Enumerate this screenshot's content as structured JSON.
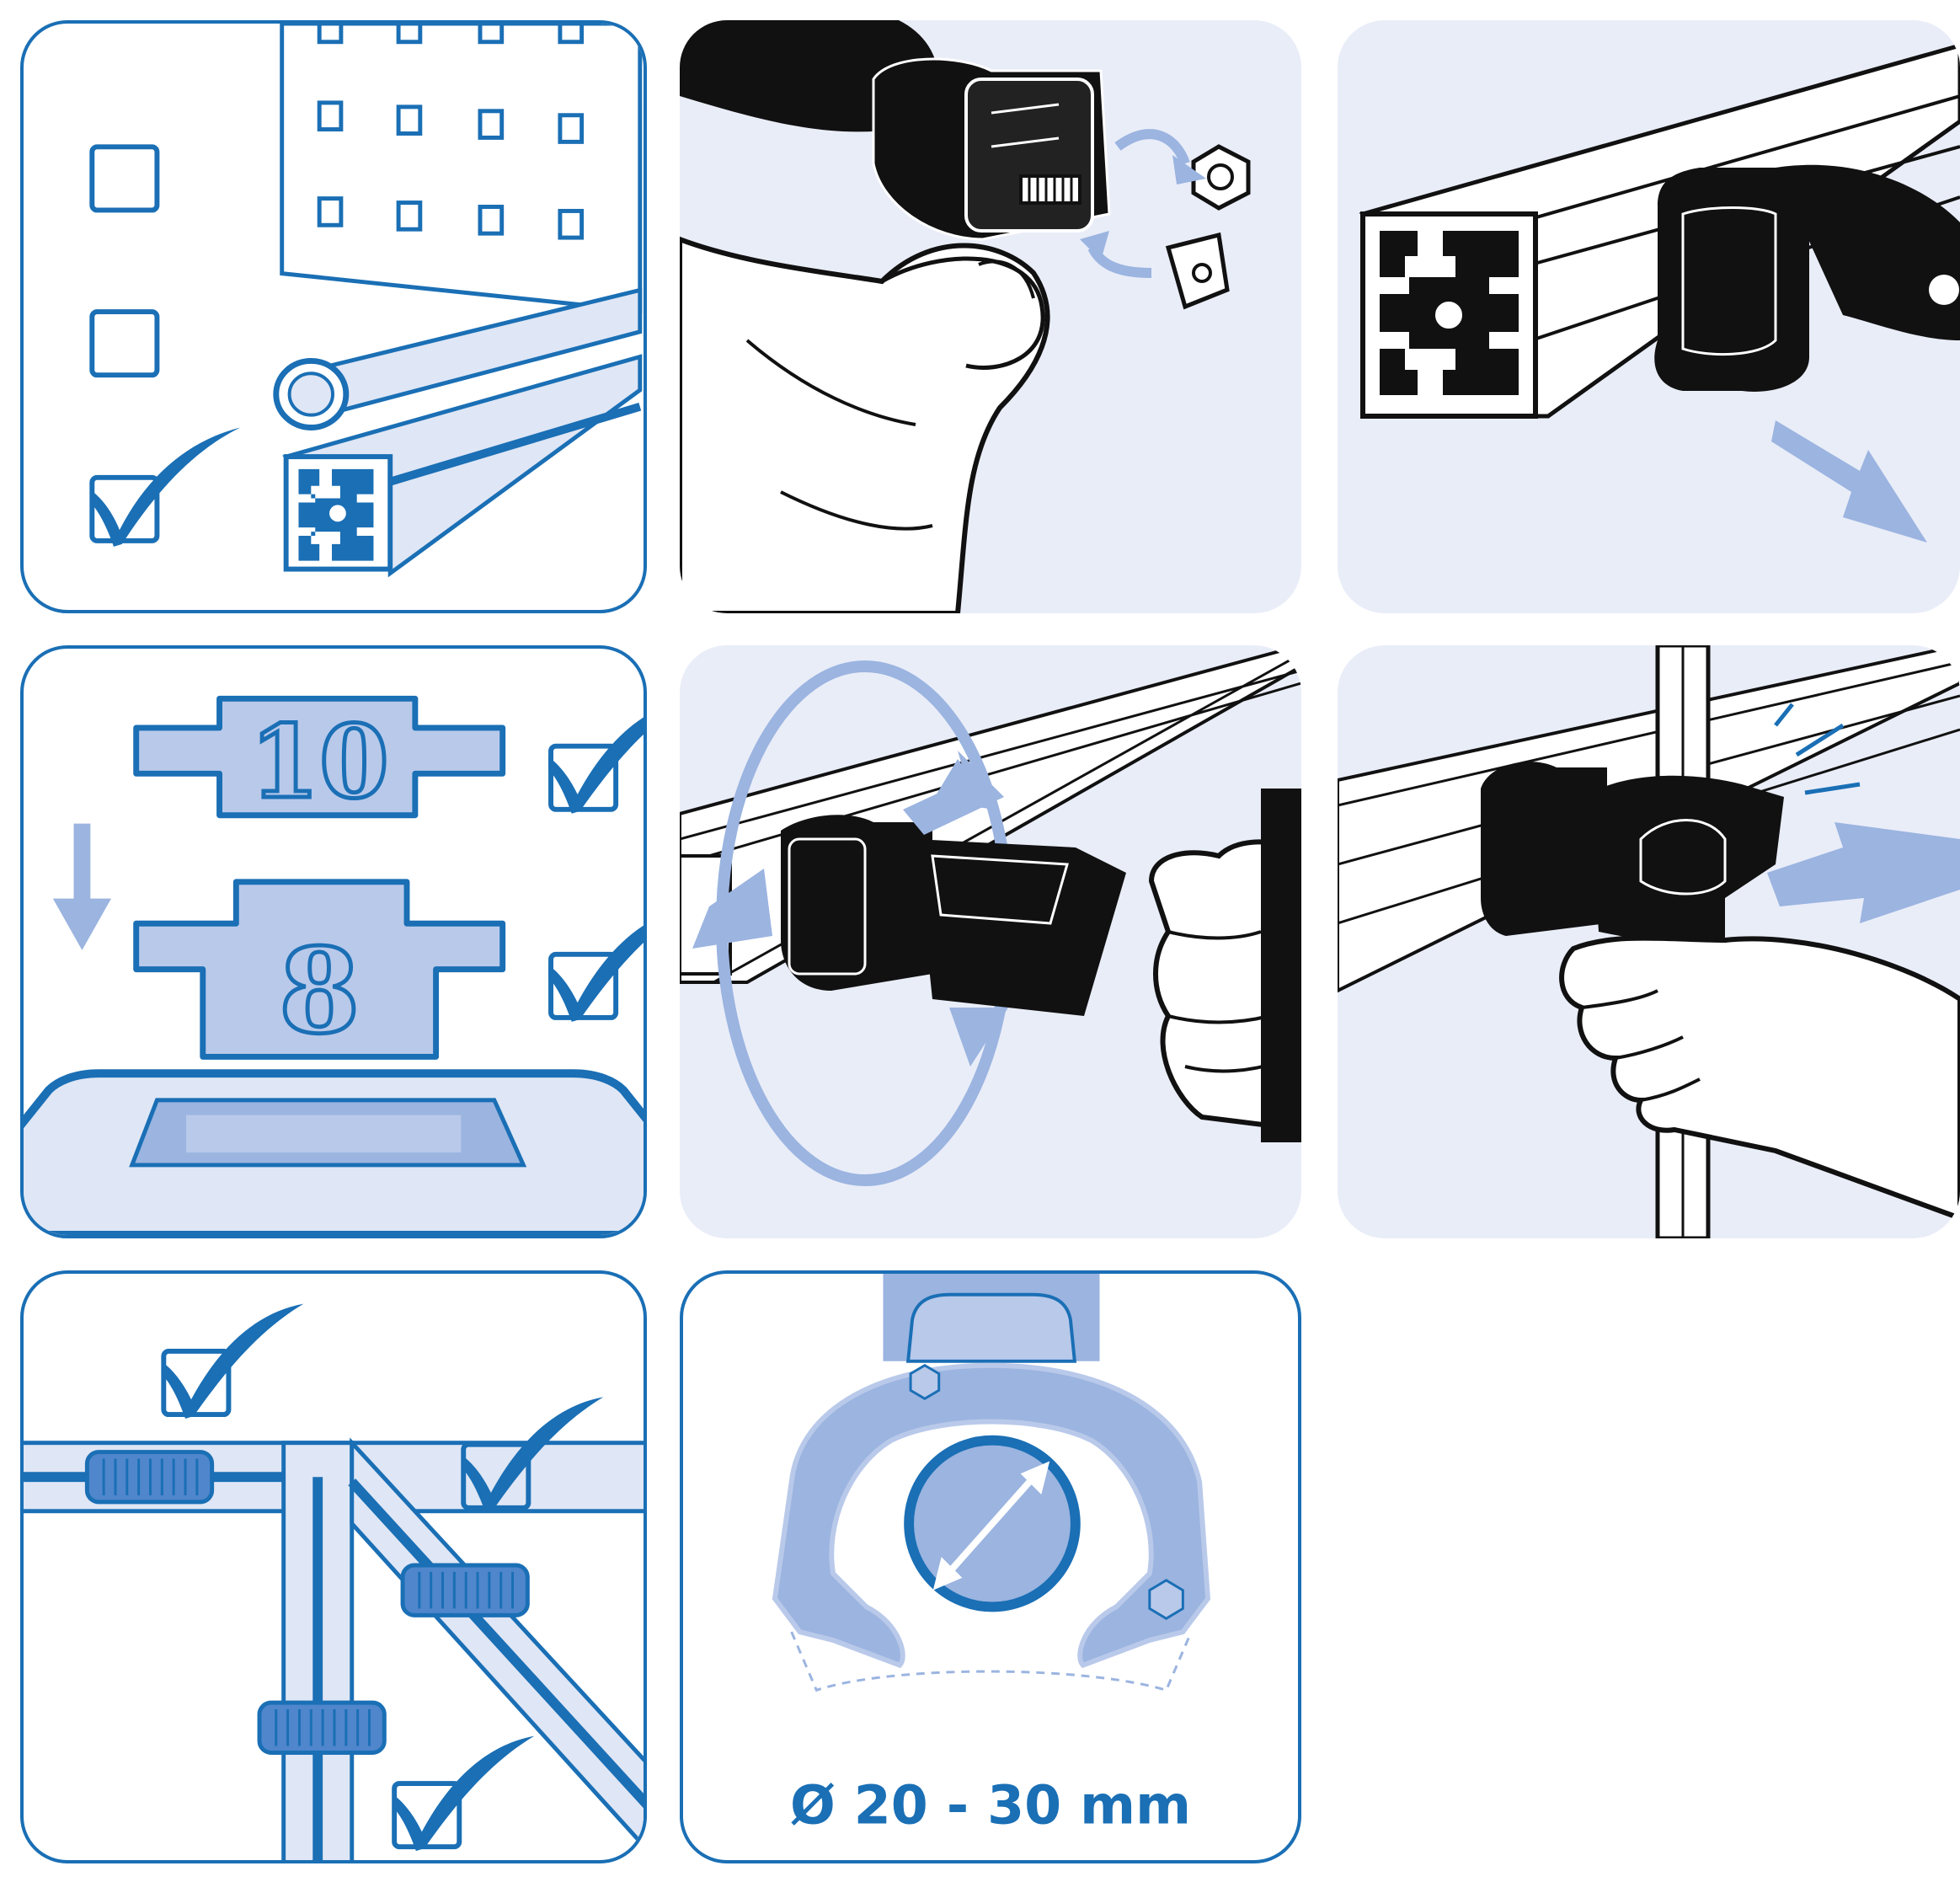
{
  "colors": {
    "accent_blue": "#1a6fb5",
    "light_blue": "#9bb4e0",
    "pale_blue": "#e9edf8",
    "black": "#111111"
  },
  "panels": [
    {
      "id": "surface-types",
      "icons": [
        "perforated-panel",
        "tube",
        "aluminium-profile",
        "checkbox",
        "checkmark"
      ]
    },
    {
      "id": "insert-bolt-nut",
      "icons": [
        "hand",
        "holder",
        "bolt",
        "hex-nut",
        "t-nut",
        "arrow"
      ]
    },
    {
      "id": "slide-onto-profile",
      "icons": [
        "aluminium-profile",
        "holder",
        "arrow"
      ]
    },
    {
      "id": "slot-sizes",
      "slot_size_large": "10",
      "slot_size_small": "8",
      "icons": [
        "slot-nut",
        "checkmark",
        "arrow"
      ]
    },
    {
      "id": "tighten-rotate",
      "icons": [
        "holder",
        "hand",
        "rotate-arrow",
        "arrow"
      ]
    },
    {
      "id": "clip-tool",
      "icons": [
        "holder",
        "tool-handle",
        "hand",
        "arrow",
        "click-lines"
      ]
    },
    {
      "id": "frame-angles",
      "icons": [
        "profile-frame",
        "holder",
        "checkmark"
      ]
    },
    {
      "id": "diameter-range",
      "diameter_label": "Ø 20 - 30 mm",
      "icons": [
        "holder-jaw",
        "double-arrow"
      ]
    }
  ]
}
